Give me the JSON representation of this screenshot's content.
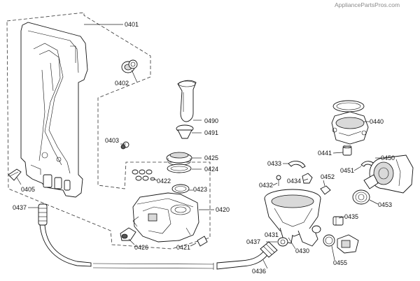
{
  "watermark": "AppliancePartsPros.com",
  "labels": {
    "l0401": "0401",
    "l0402": "0402",
    "l0403": "0403",
    "l0405": "0405",
    "l0437a": "0437",
    "l0490": "0490",
    "l0491": "0491",
    "l0425": "0425",
    "l0424": "0424",
    "l0422": "0422",
    "l0423": "0423",
    "l0420": "0420",
    "l0426": "0426",
    "l0421": "0421",
    "l0433": "0433",
    "l0434": "0434",
    "l0432": "0432",
    "l0452": "0452",
    "l0440": "0440",
    "l0441": "0441",
    "l0450": "0450",
    "l0451": "0451",
    "l0453": "0453",
    "l0435": "0435",
    "l0431": "0431",
    "l0430": "0430",
    "l0437b": "0437",
    "l0455": "0455",
    "l0436": "0436"
  }
}
